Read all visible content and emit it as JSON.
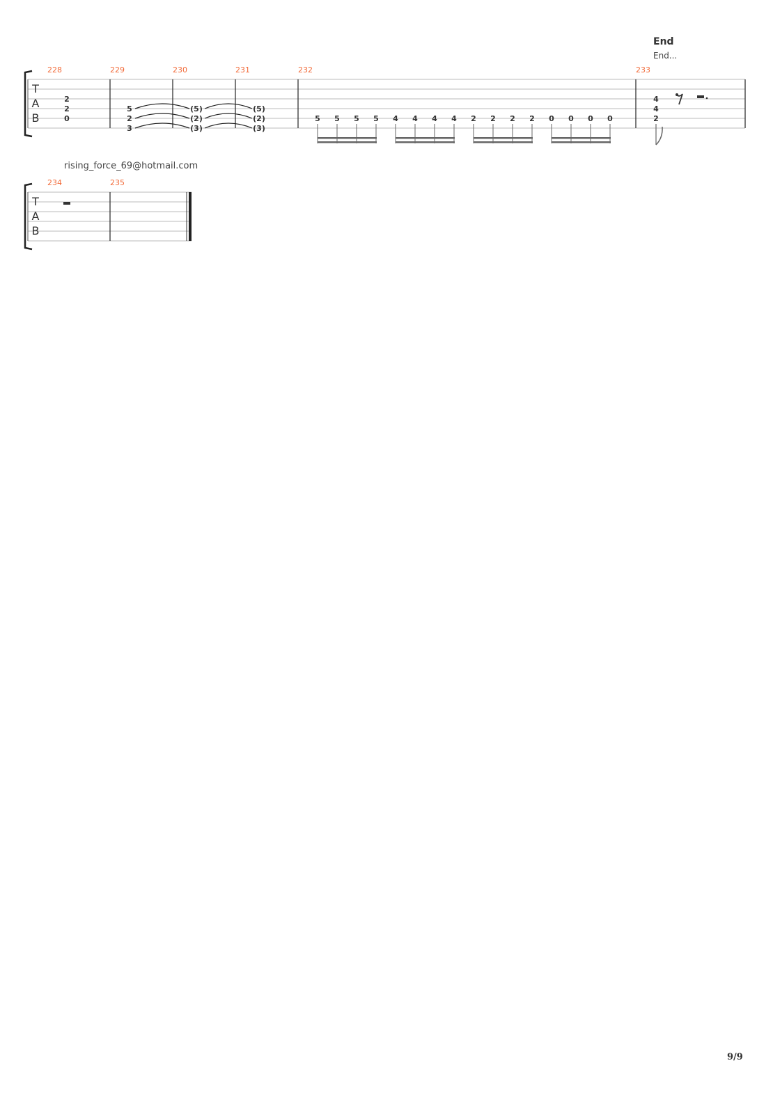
{
  "section": {
    "title": "End",
    "subtitle": "End..."
  },
  "author": "rising_force_69@hotmail.com",
  "page_number": "9/9",
  "tab_label": [
    "T",
    "A",
    "B"
  ],
  "colors": {
    "measure_number": "#f26b3a",
    "staff_line": "#bbbbbb",
    "notation": "#333333"
  },
  "systems": [
    {
      "measures": [
        {
          "number": "228",
          "notes": [
            {
              "x": 0,
              "frets": [
                {
                  "s": 3,
                  "f": "2"
                },
                {
                  "s": 4,
                  "f": "2"
                },
                {
                  "s": 5,
                  "f": "0"
                }
              ]
            }
          ]
        },
        {
          "number": "229",
          "notes": [
            {
              "x": 0,
              "frets": [
                {
                  "s": 4,
                  "f": "5"
                },
                {
                  "s": 5,
                  "f": "2"
                },
                {
                  "s": 6,
                  "f": "3"
                }
              ]
            }
          ]
        },
        {
          "number": "230",
          "notes": [
            {
              "x": 0,
              "frets": [
                {
                  "s": 4,
                  "f": "(5)"
                },
                {
                  "s": 5,
                  "f": "(2)"
                },
                {
                  "s": 6,
                  "f": "(3)"
                }
              ]
            }
          ]
        },
        {
          "number": "231",
          "notes": [
            {
              "x": 0,
              "frets": [
                {
                  "s": 4,
                  "f": "(5)"
                },
                {
                  "s": 5,
                  "f": "(2)"
                },
                {
                  "s": 6,
                  "f": "(3)"
                }
              ]
            }
          ]
        },
        {
          "number": "232",
          "notes": [
            {
              "f": "5"
            },
            {
              "f": "5"
            },
            {
              "f": "5"
            },
            {
              "f": "5"
            },
            {
              "f": "4"
            },
            {
              "f": "4"
            },
            {
              "f": "4"
            },
            {
              "f": "4"
            },
            {
              "f": "2"
            },
            {
              "f": "2"
            },
            {
              "f": "2"
            },
            {
              "f": "2"
            },
            {
              "f": "0"
            },
            {
              "f": "0"
            },
            {
              "f": "0"
            },
            {
              "f": "0"
            }
          ]
        },
        {
          "number": "233",
          "notes": [
            {
              "frets": [
                {
                  "s": 3,
                  "f": "4"
                },
                {
                  "s": 4,
                  "f": "4"
                },
                {
                  "s": 5,
                  "f": "2"
                }
              ]
            }
          ]
        }
      ]
    },
    {
      "measures": [
        {
          "number": "234"
        },
        {
          "number": "235"
        }
      ]
    }
  ]
}
